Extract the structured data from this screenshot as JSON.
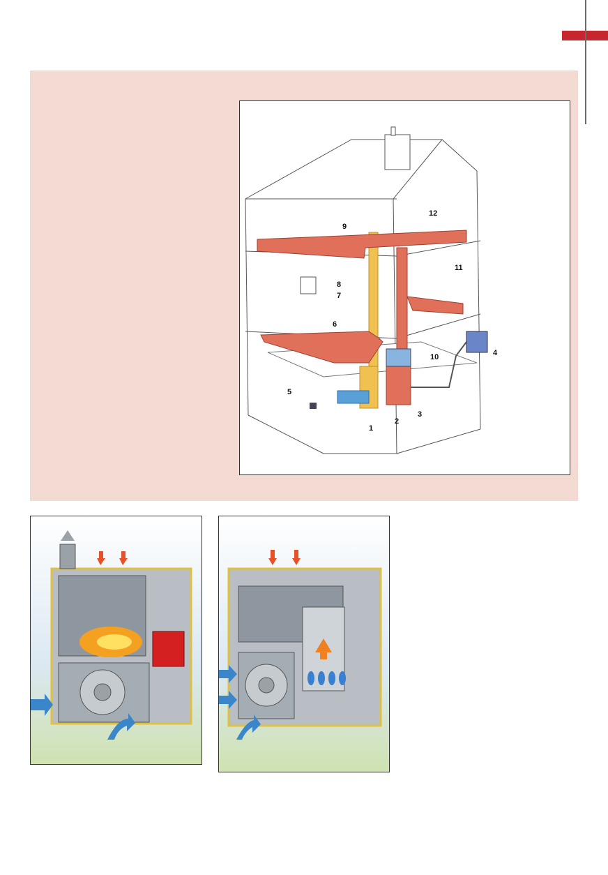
{
  "colors": {
    "accent": "#c8262e",
    "panel_background": "#f3dad2",
    "supply_duct": "#e0705a",
    "return_duct": "#f0c050",
    "outside_air": "#5aa0d8"
  },
  "house_diagram": {
    "labels": [
      "1",
      "2",
      "3",
      "4",
      "5",
      "6",
      "7",
      "8",
      "9",
      "10",
      "11",
      "12"
    ]
  },
  "oil_heater": {
    "icons": [
      "flame-icon",
      "blower-fan-icon",
      "burner-icon",
      "air-flow-arrow-icon"
    ]
  },
  "gas_heater": {
    "icons": [
      "gas-flame-icon",
      "blower-fan-icon",
      "air-flow-arrow-icon"
    ]
  }
}
